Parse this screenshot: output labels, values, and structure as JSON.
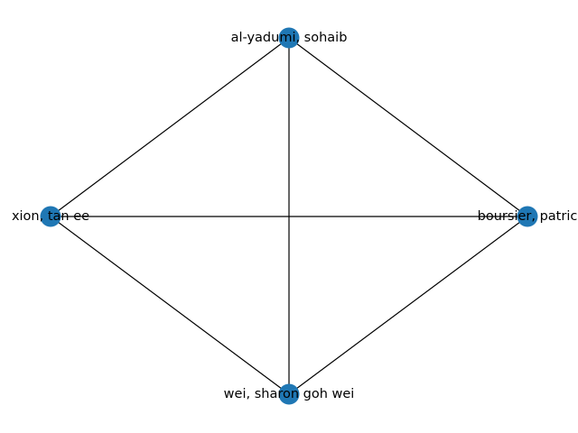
{
  "graph": {
    "node_color": "#1f77b4",
    "edge_color": "#000000",
    "nodes": [
      {
        "id": "al-yadumi",
        "label": "al-yadumi, sohaib"
      },
      {
        "id": "xion",
        "label": "xion, tan ee"
      },
      {
        "id": "boursier",
        "label": "boursier, patric"
      },
      {
        "id": "wei",
        "label": "wei, sharon goh wei"
      }
    ],
    "edges": [
      [
        "al-yadumi",
        "xion"
      ],
      [
        "al-yadumi",
        "boursier"
      ],
      [
        "al-yadumi",
        "wei"
      ],
      [
        "xion",
        "boursier"
      ],
      [
        "xion",
        "wei"
      ],
      [
        "boursier",
        "wei"
      ]
    ]
  }
}
